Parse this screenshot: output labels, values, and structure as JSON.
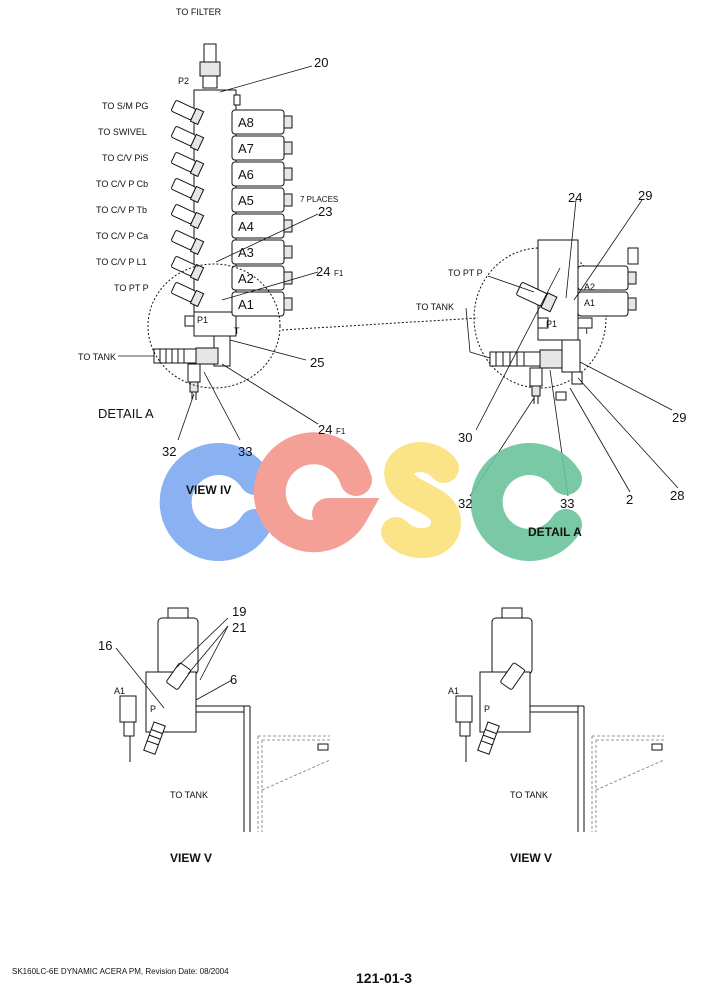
{
  "labels": {
    "to_filter": "TO FILTER",
    "p2": "P2",
    "to_sm_pg": "TO S/M PG",
    "to_swivel": "TO SWIVEL",
    "to_cv_pis": "TO C/V PiS",
    "to_cv_pcb": "TO C/V P Cb",
    "to_cv_ptb": "TO C/V P Tb",
    "to_cv_pca": "TO C/V P Ca",
    "to_cv_pl1": "TO C/V P L1",
    "to_pt_p": "TO PT P",
    "to_tank": "TO TANK",
    "p1": "P1",
    "t": "T",
    "a2": "A2",
    "a1": "A1",
    "seven_places": "7 PLACES",
    "f1": "F1",
    "p": "P"
  },
  "solenoids": [
    "A8",
    "A7",
    "A6",
    "A5",
    "A4",
    "A3",
    "A2",
    "A1"
  ],
  "callouts": {
    "n20": "20",
    "n23": "23",
    "n24": "24",
    "n25": "25",
    "n32": "32",
    "n33": "33",
    "n29": "29",
    "n30": "30",
    "n2": "2",
    "n28": "28",
    "n19": "19",
    "n21": "21",
    "n16": "16",
    "n6": "6"
  },
  "views": {
    "detail_a": "DETAIL A",
    "view_iv": "VIEW IV",
    "view_v": "VIEW V"
  },
  "watermark": {
    "letters": [
      "C",
      "G",
      "S",
      "C"
    ],
    "colors": [
      "#7eaaf2",
      "#f4968b",
      "#fbe07c",
      "#6cc39c"
    ]
  },
  "footer": {
    "model": "SK160LC-6E DYNAMIC ACERA PM, Revision Date: 08/2004",
    "page": "121-01-3"
  }
}
